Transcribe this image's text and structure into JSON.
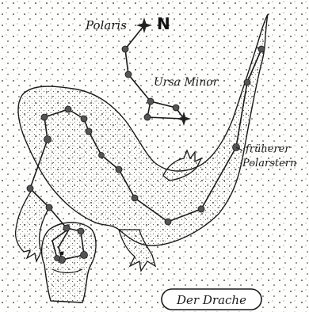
{
  "labels": {
    "polaris": "Polaris",
    "north": "N",
    "ursa_minor": "Ursa Minor",
    "former_pole_star_line1": "früherer",
    "former_pole_star_line2": "Polarstern",
    "title": "Der Drache"
  },
  "colors": {
    "ink": "#1a1a1a",
    "paper": "#fdfdfc",
    "dragon_fill": "#f2f2ef",
    "star": "#555555"
  },
  "icons": {
    "polaris_star": "four-point-star-icon",
    "kochab_star": "four-point-star-icon"
  }
}
